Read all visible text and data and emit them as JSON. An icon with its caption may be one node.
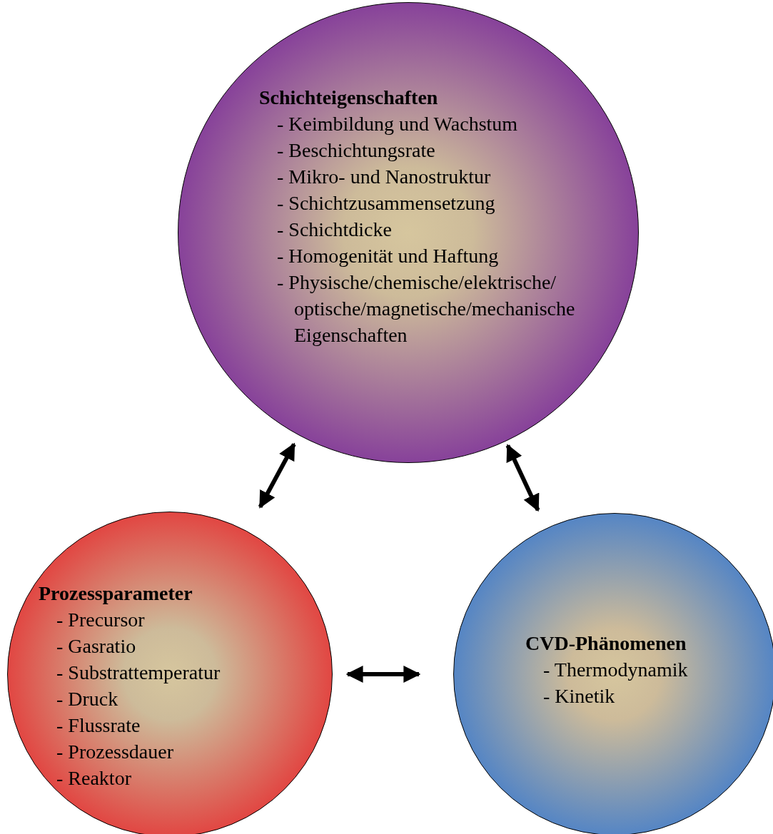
{
  "diagram": {
    "nodes": [
      {
        "text": [
          "Schichteigenschaften",
          "- Keimbildung und Wachstum",
          "- Beschichtungsrate",
          "- Mikro- und Nanostruktur",
          "- Schichtzusammensetzung",
          "- Schichtdicke",
          "- Homogenität und Haftung",
          "- Physische/chemische/elektrische/ optische/magnetische/mechanische Eigenschaften"
        ]
      },
      {
        "text": [
          "Prozessparameter",
          "- Precursor",
          "- Gasratio",
          "- Substrattemperatur",
          "- Druck",
          "- Flussrate",
          "- Prozessdauer",
          "- Reaktor"
        ]
      },
      {
        "text": [
          "CVD-Phänomenen",
          "- Thermodynamik",
          "- Kinetik"
        ]
      }
    ],
    "edges": [
      {
        "from": 0,
        "to": 1,
        "arrow": "both"
      },
      {
        "from": 0,
        "to": 2,
        "arrow": "both"
      },
      {
        "from": 1,
        "to": 2,
        "arrow": "both"
      }
    ]
  }
}
